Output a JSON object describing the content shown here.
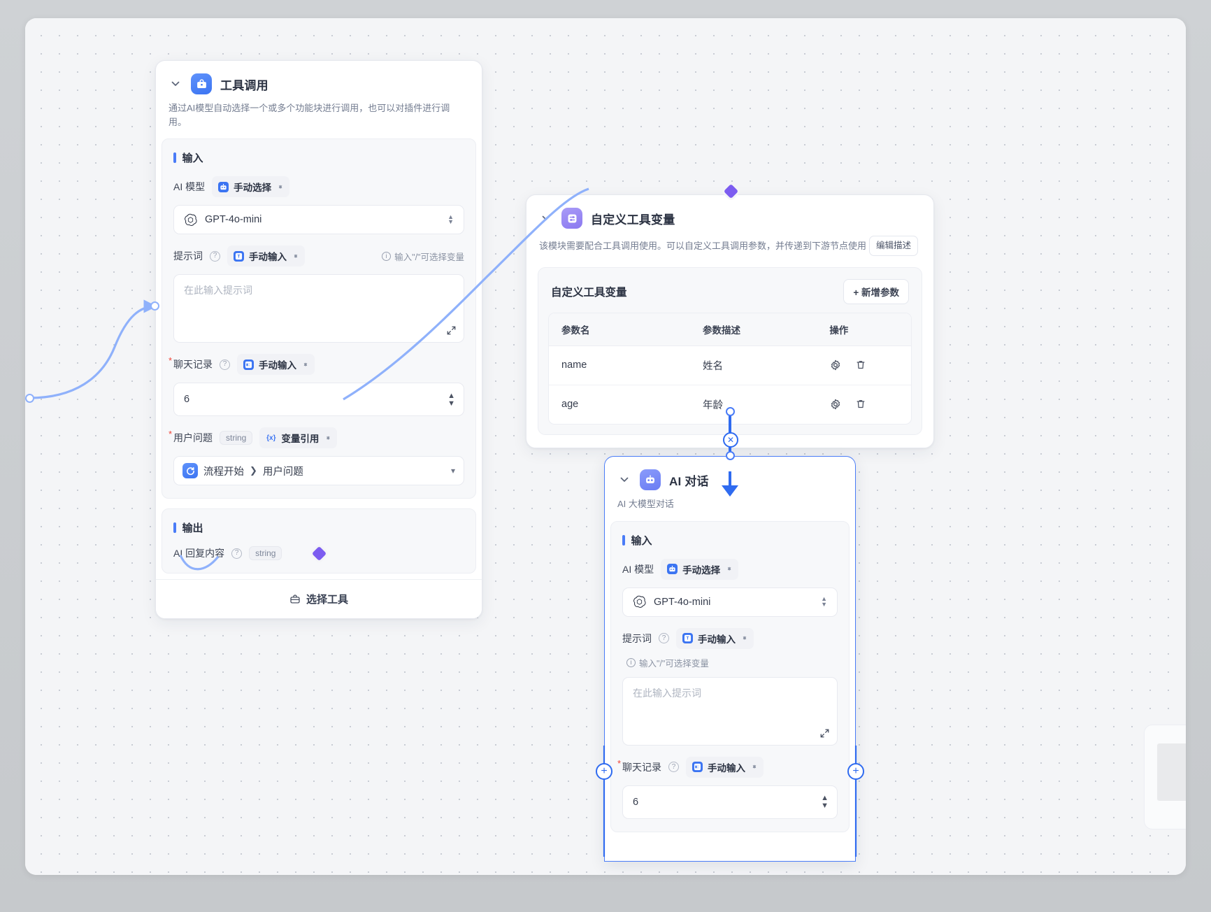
{
  "workflow": {
    "nodes": [
      {
        "id": "tool-call",
        "title": "工具调用",
        "icon": "toolbox-icon",
        "description": "通过AI模型自动选择一个或多个功能块进行调用，也可以对插件进行调用。",
        "input_section_label": "输入",
        "output_section_label": "输出",
        "fields": {
          "ai_model_label": "AI 模型",
          "ai_model_mode": "手动选择",
          "ai_model_value": "GPT-4o-mini",
          "prompt_label": "提示词",
          "prompt_mode": "手动输入",
          "prompt_hint": "输入\"/\"可选择变量",
          "prompt_placeholder": "在此输入提示词",
          "chat_history_label": "聊天记录",
          "chat_history_mode": "手动输入",
          "chat_history_value": "6",
          "user_question_label": "用户问题",
          "user_question_type": "string",
          "user_question_mode": "变量引用",
          "user_question_ref_source": "流程开始",
          "user_question_ref_field": "用户问题",
          "output_label": "AI 回复内容",
          "output_type": "string"
        },
        "footer_button": "选择工具"
      },
      {
        "id": "custom-tool-vars",
        "title": "自定义工具变量",
        "icon": "sliders-icon",
        "description": "该模块需要配合工具调用使用。可以自定义工具调用参数，并传递到下游节点使用",
        "edit_desc_button": "编辑描述",
        "table": {
          "title": "自定义工具变量",
          "add_button": "+ 新增参数",
          "columns": [
            "参数名",
            "参数描述",
            "操作"
          ],
          "rows": [
            {
              "name": "name",
              "desc": "姓名",
              "actions": [
                "settings-icon",
                "trash-icon"
              ]
            },
            {
              "name": "age",
              "desc": "年龄",
              "actions": [
                "settings-icon",
                "trash-icon"
              ]
            }
          ]
        }
      },
      {
        "id": "ai-chat",
        "title": "AI 对话",
        "icon": "robot-icon",
        "description": "AI 大模型对话",
        "input_section_label": "输入",
        "fields": {
          "ai_model_label": "AI 模型",
          "ai_model_mode": "手动选择",
          "ai_model_value": "GPT-4o-mini",
          "prompt_label": "提示词",
          "prompt_mode": "手动输入",
          "prompt_hint": "输入\"/\"可选择变量",
          "prompt_placeholder": "在此输入提示词",
          "chat_history_label": "聊天记录",
          "chat_history_mode": "手动输入",
          "chat_history_value": "6"
        }
      }
    ]
  },
  "colors": {
    "accent": "#4a7cf7",
    "edge": "#8fb1fb",
    "diamond": "#7c5cf0",
    "required": "#f04438"
  }
}
